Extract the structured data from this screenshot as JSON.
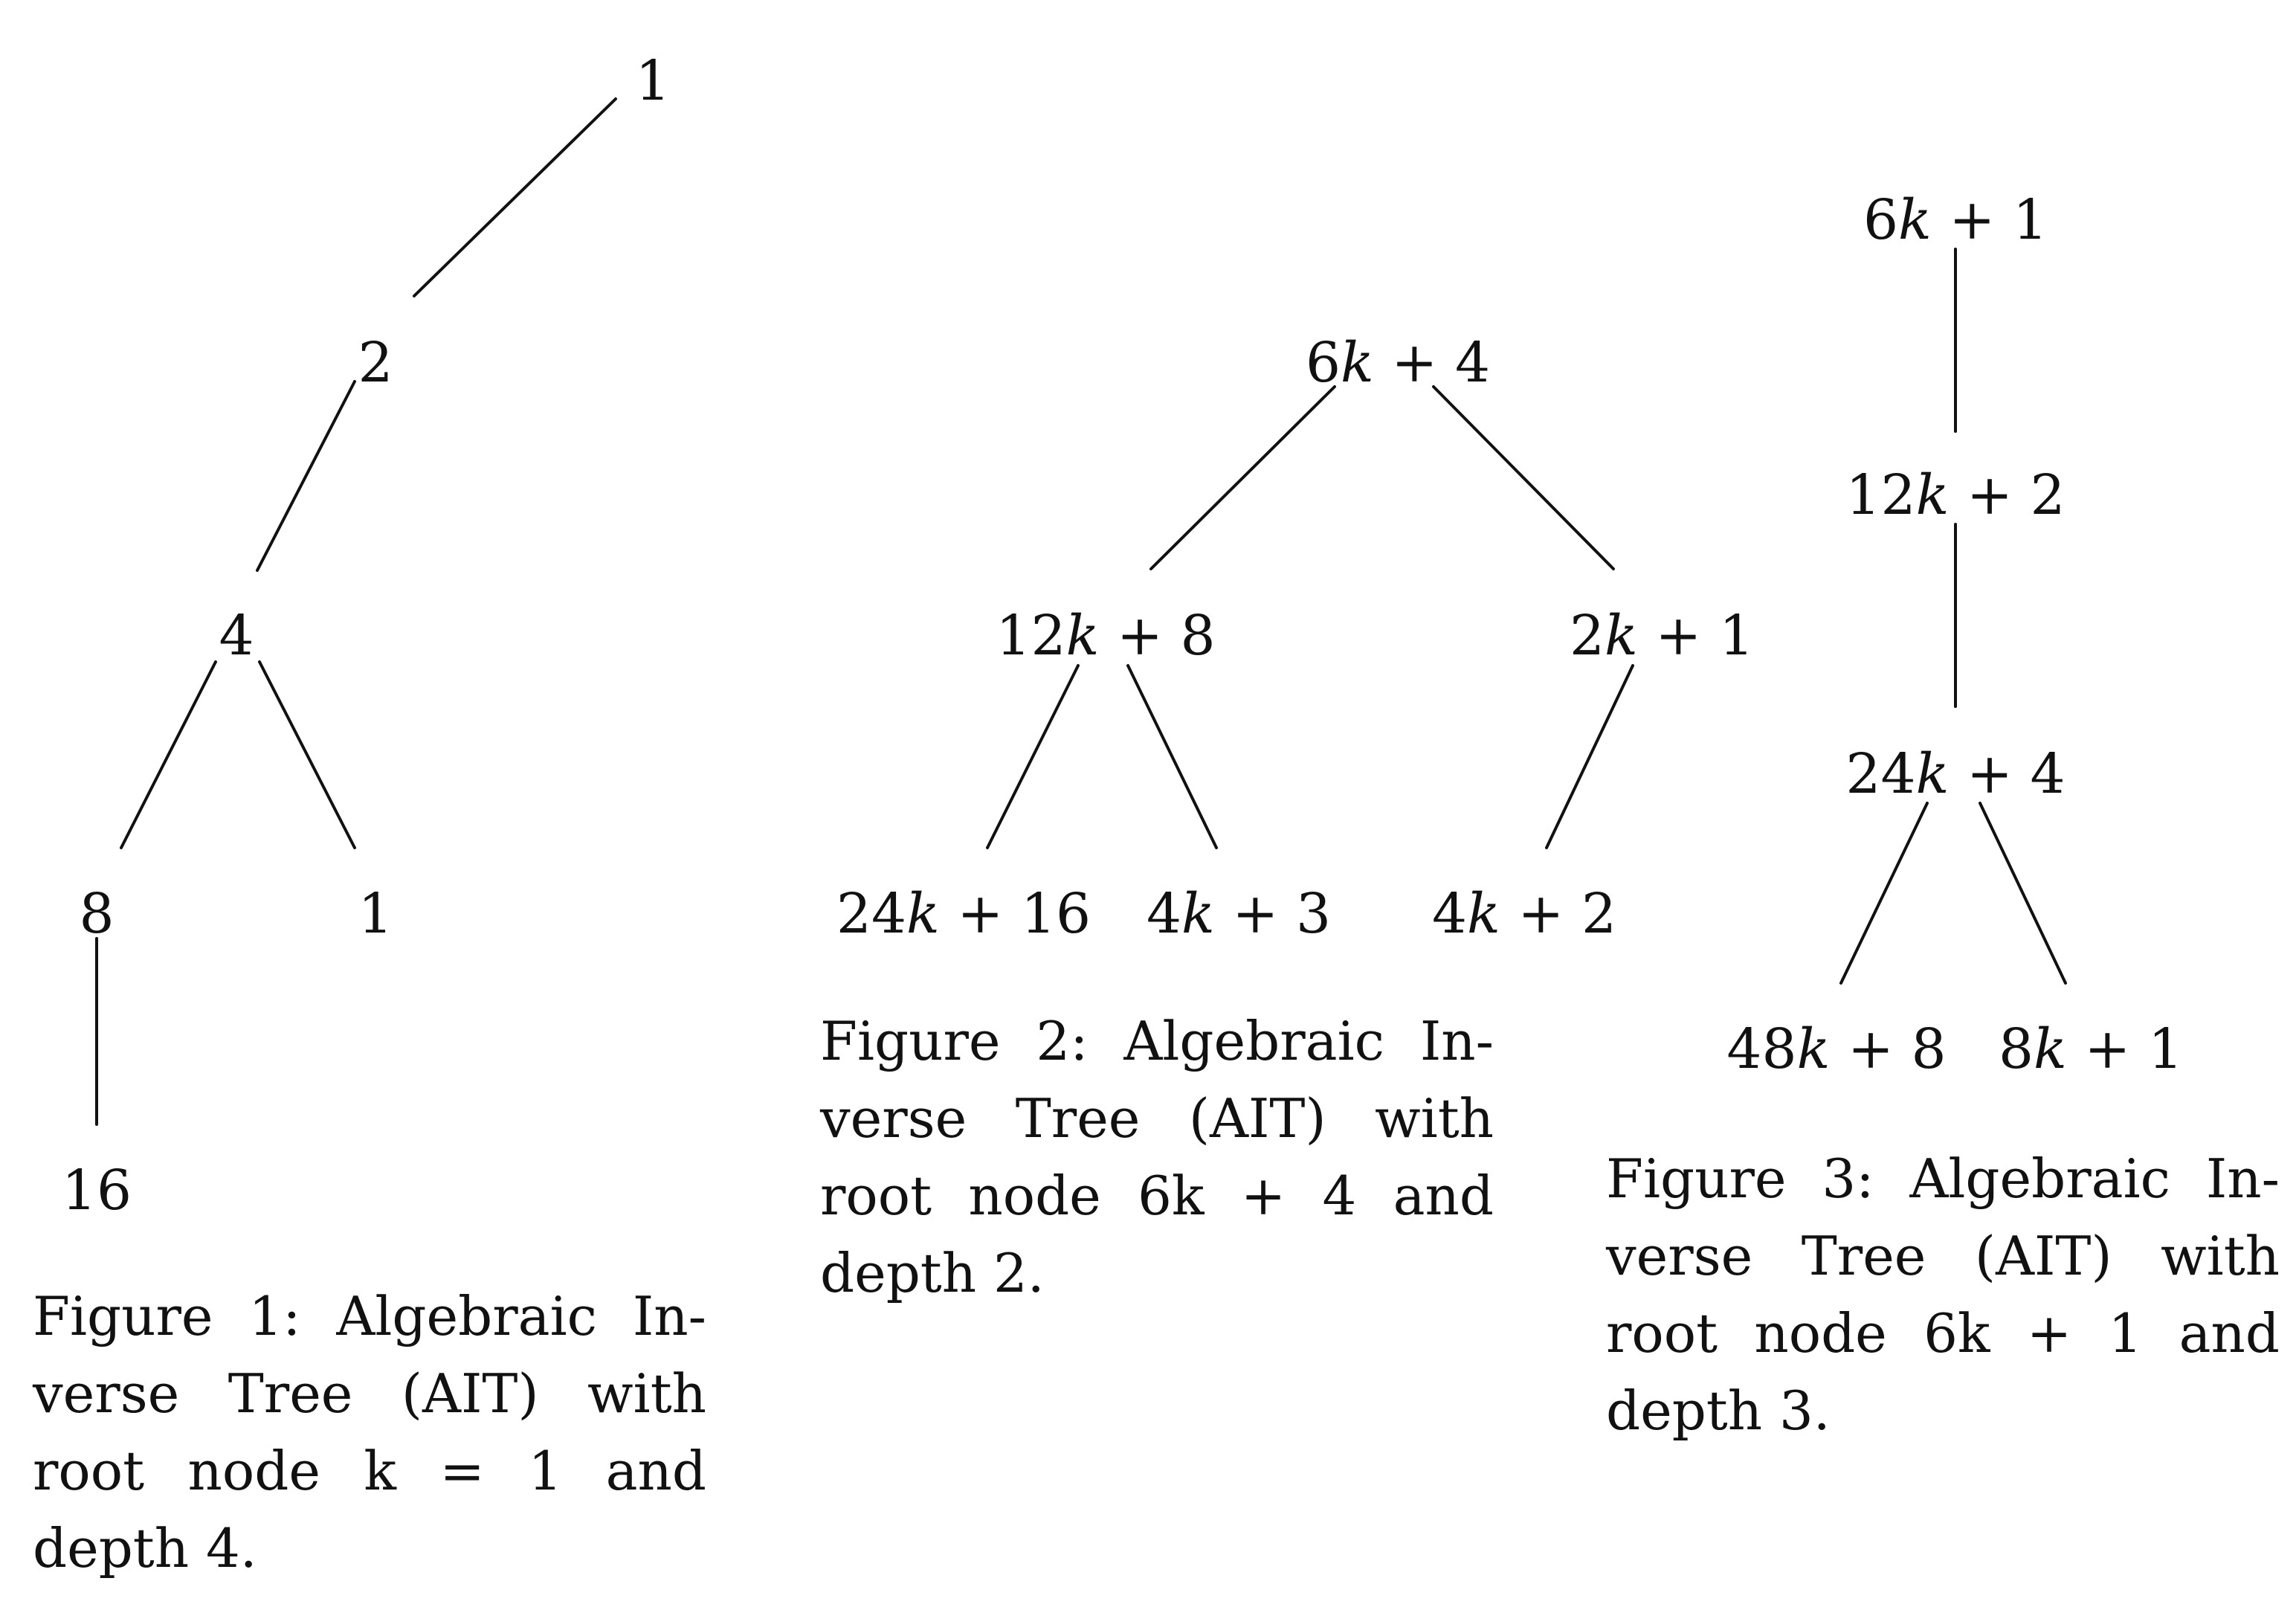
{
  "figures": [
    {
      "id": "fig1",
      "caption": {
        "lines": [
          "Figure 1: Algebraic In-",
          "verse Tree (AIT) with",
          "root node k = 1 and",
          "depth 4."
        ]
      },
      "nodes": [
        {
          "id": "n1",
          "segments": [
            {
              "t": "1"
            }
          ]
        },
        {
          "id": "n2",
          "segments": [
            {
              "t": "2"
            }
          ]
        },
        {
          "id": "n4",
          "segments": [
            {
              "t": "4"
            }
          ]
        },
        {
          "id": "n8",
          "segments": [
            {
              "t": "8"
            }
          ]
        },
        {
          "id": "n1b",
          "segments": [
            {
              "t": "1"
            }
          ]
        },
        {
          "id": "n16",
          "segments": [
            {
              "t": "16"
            }
          ]
        }
      ],
      "edges": [
        [
          "n1",
          "n2"
        ],
        [
          "n2",
          "n4"
        ],
        [
          "n4",
          "n8"
        ],
        [
          "n4",
          "n1b"
        ],
        [
          "n8",
          "n16"
        ]
      ]
    },
    {
      "id": "fig2",
      "caption": {
        "lines": [
          "Figure 2: Algebraic In-",
          "verse Tree (AIT) with",
          "root node 6k + 4 and",
          "depth 2."
        ]
      },
      "nodes": [
        {
          "id": "a",
          "segments": [
            {
              "t": "6"
            },
            {
              "t": "k",
              "i": true
            },
            {
              "t": " + 4"
            }
          ]
        },
        {
          "id": "b",
          "segments": [
            {
              "t": "12"
            },
            {
              "t": "k",
              "i": true
            },
            {
              "t": " + 8"
            }
          ]
        },
        {
          "id": "c",
          "segments": [
            {
              "t": "2"
            },
            {
              "t": "k",
              "i": true
            },
            {
              "t": " + 1"
            }
          ]
        },
        {
          "id": "d",
          "segments": [
            {
              "t": "24"
            },
            {
              "t": "k",
              "i": true
            },
            {
              "t": " + 16"
            }
          ]
        },
        {
          "id": "e",
          "segments": [
            {
              "t": "4"
            },
            {
              "t": "k",
              "i": true
            },
            {
              "t": " + 3"
            }
          ]
        },
        {
          "id": "f",
          "segments": [
            {
              "t": "4"
            },
            {
              "t": "k",
              "i": true
            },
            {
              "t": " + 2"
            }
          ]
        }
      ],
      "edges": [
        [
          "a",
          "b"
        ],
        [
          "a",
          "c"
        ],
        [
          "b",
          "d"
        ],
        [
          "b",
          "e"
        ],
        [
          "c",
          "f"
        ]
      ]
    },
    {
      "id": "fig3",
      "caption": {
        "lines": [
          "Figure 3: Algebraic In-",
          "verse Tree (AIT) with",
          "root node 6k + 1 and",
          "depth 3."
        ]
      },
      "nodes": [
        {
          "id": "p",
          "segments": [
            {
              "t": "6"
            },
            {
              "t": "k",
              "i": true
            },
            {
              "t": " + 1"
            }
          ]
        },
        {
          "id": "q",
          "segments": [
            {
              "t": "12"
            },
            {
              "t": "k",
              "i": true
            },
            {
              "t": " + 2"
            }
          ]
        },
        {
          "id": "r",
          "segments": [
            {
              "t": "24"
            },
            {
              "t": "k",
              "i": true
            },
            {
              "t": " + 4"
            }
          ]
        },
        {
          "id": "s",
          "segments": [
            {
              "t": "48"
            },
            {
              "t": "k",
              "i": true
            },
            {
              "t": " + 8"
            }
          ]
        },
        {
          "id": "u",
          "segments": [
            {
              "t": "8"
            },
            {
              "t": "k",
              "i": true
            },
            {
              "t": " + 1"
            }
          ]
        }
      ],
      "edges": [
        [
          "p",
          "q"
        ],
        [
          "q",
          "r"
        ],
        [
          "r",
          "s"
        ],
        [
          "r",
          "u"
        ]
      ]
    }
  ]
}
